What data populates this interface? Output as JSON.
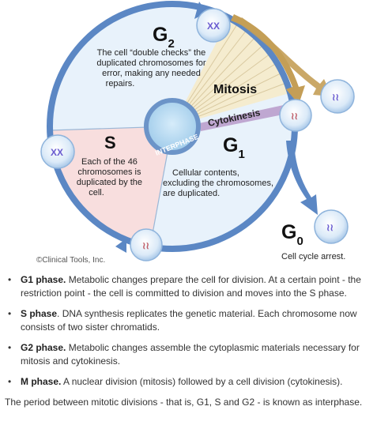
{
  "diagram": {
    "phases": {
      "g2": {
        "label_main": "G",
        "label_sub": "2",
        "desc": [
          "The cell “double checks” the",
          "duplicated chromosomes for",
          "error, making any needed",
          "repairs."
        ]
      },
      "s": {
        "label": "S",
        "desc": [
          "Each of the 46",
          "chromosomes is",
          "duplicated by the",
          "cell."
        ]
      },
      "g1": {
        "label_main": "G",
        "label_sub": "1",
        "desc": [
          "Cellular contents,",
          "excluding the chromosomes,",
          "are duplicated."
        ]
      },
      "g0": {
        "label_main": "G",
        "label_sub": "0",
        "desc": "Cell cycle arrest."
      }
    },
    "mitosis_label": "Mitosis",
    "cytokinesis_label": "Cytokinesis",
    "interphase_label": "INTERPHASE",
    "credit": "©Clinical Tools, Inc.",
    "colors": {
      "ring": "#5b87c4",
      "g1_fill": "#e8f2fb",
      "s_fill": "#f8dede",
      "mitosis_fill": "#f5eccf",
      "mitosis_arrow": "#c49e56",
      "cytokinesis_band": "#b79ac9",
      "center_fill": "#b9dcf2",
      "cell_fill": "#d8e9f8"
    },
    "cell_icons": [
      "chromosome-pair-icon"
    ]
  },
  "notes": {
    "items": [
      {
        "term": "G1 phase.",
        "text": " Metabolic changes prepare the cell for division. At a certain point - the restriction point - the cell is committed to division and moves into the S phase."
      },
      {
        "term": "S phase",
        "text": ". DNA synthesis replicates the genetic material. Each chromosome now consists of two sister chromatids."
      },
      {
        "term": "G2 phase.",
        "text": " Metabolic changes assemble the cytoplasmic materials necessary for mitosis and cytokinesis."
      },
      {
        "term": "M phase.",
        "text": " A nuclear division (mitosis) followed by a cell division (cytokinesis)."
      }
    ],
    "footer": "The period between mitotic divisions - that is, G1, S and G2 - is known as interphase."
  }
}
